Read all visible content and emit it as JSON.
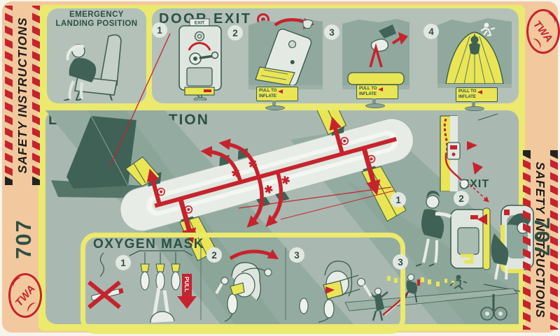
{
  "colors": {
    "peach": "#f2c89e",
    "yellow": "#ebe96e",
    "panel": "#b3c1b9",
    "panel_dark": "#a9b9b1",
    "ink": "#2d5044",
    "red": "#c6232e",
    "slide_yellow": "#e9e554"
  },
  "edges": {
    "left": {
      "safety": "SAFETY INSTRUCTIONS",
      "model": "707",
      "logo": "TWA"
    },
    "right": {
      "safety": "SAFETY INSTRUCTIONS",
      "model": "707",
      "logo": "TWA"
    }
  },
  "emergency_landing": {
    "title_line1": "EMERGENCY",
    "title_line2": "LANDING POSITION"
  },
  "door_exit": {
    "title": "DOOR EXIT",
    "steps": [
      "1",
      "2",
      "3",
      "4"
    ],
    "exit_sign": "EXIT",
    "inflate_line1": "PULL TO",
    "inflate_line2": "INFLATE"
  },
  "land_evacuation": {
    "title": "LAND EVACUATION",
    "window_marker": "✱"
  },
  "window_exit": {
    "marker": "✱",
    "title": "WINDOW EXIT",
    "steps": [
      "1",
      "2",
      "3"
    ]
  },
  "oxygen_mask": {
    "title": "OXYGEN MASK",
    "steps": [
      "1",
      "2",
      "3"
    ],
    "pull_label": "PULL"
  }
}
